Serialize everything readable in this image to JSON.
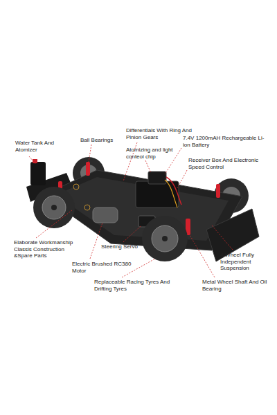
{
  "diagram": {
    "labels": [
      "Water Tank And Atomizer",
      "Ball Bearings",
      "Differentials With Ring And Pinion Gears",
      "Atomizing and light conteoi chip",
      "7.4V 1200mAH Rechargeable Li-ion Battery",
      "Receiver Box And Electronic Speed Control",
      "Elaborate Workmanship Classis Construction &Spare Parts",
      "Steering Servo",
      "Electric Brushed RC380 Motor",
      "Replaceable Racing Tyres And Drifting Tyres",
      "4-Wheel Fully Independent Suspension",
      "Metal Wheel Shaft And Oil Bearing"
    ]
  }
}
